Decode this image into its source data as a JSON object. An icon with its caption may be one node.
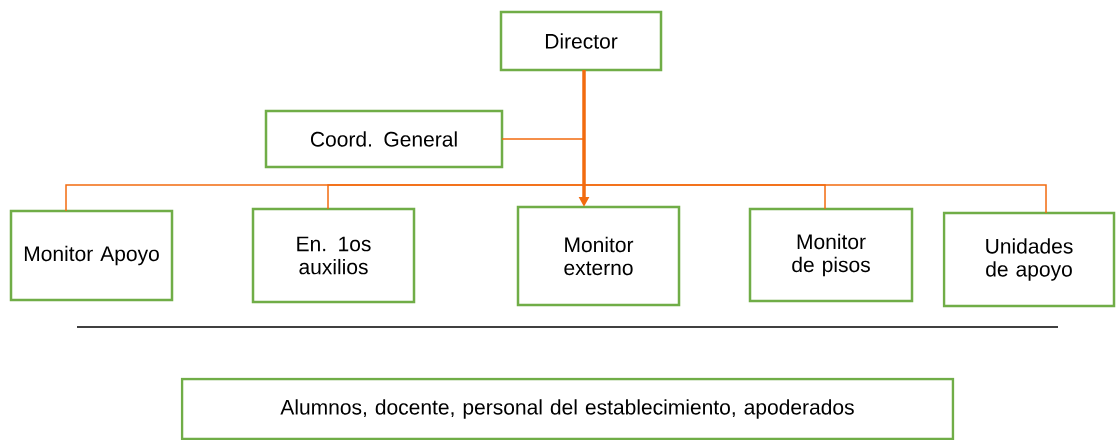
{
  "diagram": {
    "nodes": [
      {
        "text": [
          "Director"
        ]
      },
      {
        "text": [
          "Coord. General"
        ]
      },
      {
        "text": [
          "Monitor Apoyo"
        ]
      },
      {
        "text": [
          "En. 1os auxilios"
        ]
      },
      {
        "text": [
          "Monitor externo"
        ]
      },
      {
        "text": [
          "Monitor de pisos"
        ]
      },
      {
        "text": [
          "Unidades de apoyo"
        ]
      },
      {
        "text": [
          "Alumnos, docente, personal del establecimiento, apoderados"
        ]
      }
    ],
    "edges": [
      {
        "from": 0,
        "to": 4,
        "arrow": "to",
        "style": "thick"
      },
      {
        "from": 1,
        "to": 0,
        "arrow": "none"
      },
      {
        "from": 0,
        "to": 2,
        "arrow": "none"
      },
      {
        "from": 0,
        "to": 3,
        "arrow": "none"
      },
      {
        "from": 0,
        "to": 5,
        "arrow": "none"
      },
      {
        "from": 0,
        "to": 6,
        "arrow": "none"
      }
    ]
  }
}
